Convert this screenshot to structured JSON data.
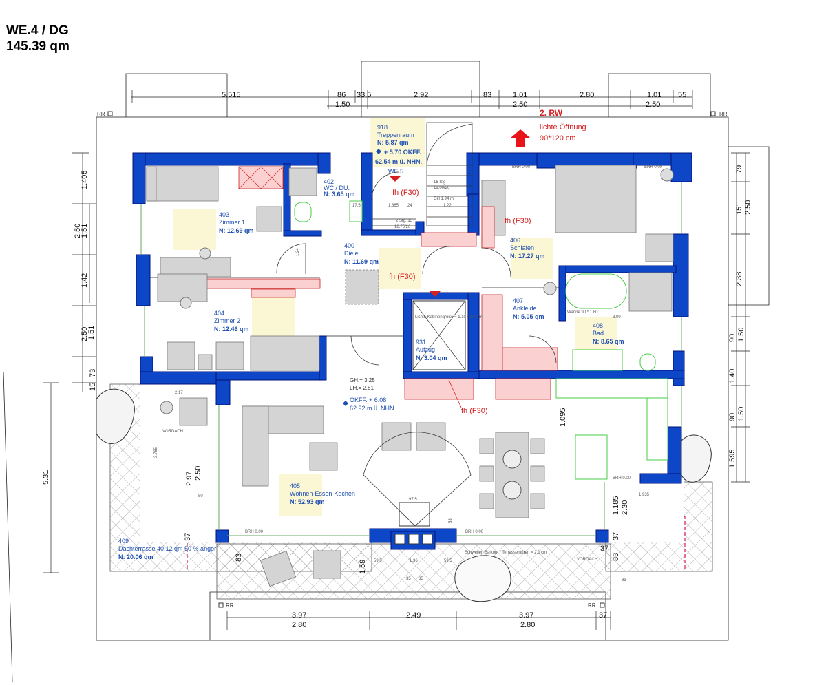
{
  "title": {
    "line1": "WE.4 / DG",
    "line2": "145.39 qm"
  },
  "top_dims_1": [
    "5.515",
    "86",
    "33.5",
    "2.92",
    "83",
    "1.01",
    "2.80",
    "1.01",
    "55"
  ],
  "top_dims_2": [
    "1.50",
    "2.50",
    "2.50"
  ],
  "left_dims": [
    "1.405",
    "1.51",
    "2.50",
    "1.42",
    "1.51",
    "2.50",
    "73",
    "15",
    "5.31"
  ],
  "right_dims": [
    "79",
    "151",
    "2.50",
    "2.38",
    "90",
    "1.50",
    "1.40",
    "90",
    "1.50",
    "1.595"
  ],
  "bottom_dims_1": [
    "3.97",
    "2.49",
    "3.97",
    "37"
  ],
  "bottom_dims_2": [
    "2.80",
    "2.80"
  ],
  "rr": "RR",
  "rw": {
    "line1": "2. RW",
    "line2": "lichte Öffnung",
    "line3": "90*120 cm"
  },
  "fh": "fh (F30)",
  "rooms": {
    "r918": {
      "num": "918",
      "name": "Treppenraum",
      "area": "N:  5.87  qm"
    },
    "r402": {
      "num": "402",
      "name": "WC / DU.",
      "area": "N:  3.65  qm"
    },
    "r403": {
      "num": "403",
      "name": "Zimmer 1",
      "area": "N:  12.69  qm"
    },
    "r400": {
      "num": "400",
      "name": "Diele",
      "area": "N:  11.69  qm"
    },
    "r404": {
      "num": "404",
      "name": "Zimmer 2",
      "area": "N:  12.46  qm"
    },
    "r406": {
      "num": "406",
      "name": "Schlafen",
      "area": "N:  17.27  qm"
    },
    "r407": {
      "num": "407",
      "name": "Ankleide",
      "area": "N:  5.05  qm"
    },
    "r408": {
      "num": "408",
      "name": "Bad",
      "area": "N:  8.65  qm"
    },
    "r931": {
      "num": "931",
      "name": "Aufzug",
      "area": "N:  3.04  qm"
    },
    "r405": {
      "num": "405",
      "name": "Wohnen-Essen-Kochen",
      "area": "N:  52.93  qm"
    },
    "r409": {
      "num": "409",
      "name": "Dachterrasse 40.12 qm 50 % anger",
      "area": "N:  20.06  qm"
    }
  },
  "levels": {
    "okff1": "+ 5.70 OKFF.",
    "nhn1": "62.54 m ü. NHN.",
    "we5": "WE 5",
    "okff2": "OKFF. + 6.08",
    "nhn2": "62.92 m ü. NHN.",
    "gh": "GH.= 3.25",
    "lh": "LH.= 2.81"
  },
  "stairs": {
    "stg1": "16 Stg",
    "stg2": "19.00/26",
    "stg3": "GH 1.94 m",
    "stg4": "2 Stg. 15",
    "stg5": "18.75/26"
  },
  "misc": {
    "vordach": "VORDACH",
    "schwellen": "Schwellen Balkon- / Terrassentüren = 2.0 cm",
    "brh": "BRH 0.00",
    "kabine": "Lichte Kabinengröße = 1.10 * 1.40 m",
    "wanne": "Wanne 90 * 1.80"
  },
  "inner_dims": [
    "17.5",
    "1.365",
    "24",
    "1.22",
    "1.24",
    "3.09",
    "1.095",
    "2.17",
    "3.765",
    "2.97",
    "2.50",
    "80",
    "37",
    "83",
    "97.5",
    "53",
    "59.5",
    "1.36",
    "59.5",
    "35",
    "35",
    "1.59",
    "1.185",
    "2.30",
    "37",
    "37",
    "83",
    "83",
    "1.935"
  ]
}
